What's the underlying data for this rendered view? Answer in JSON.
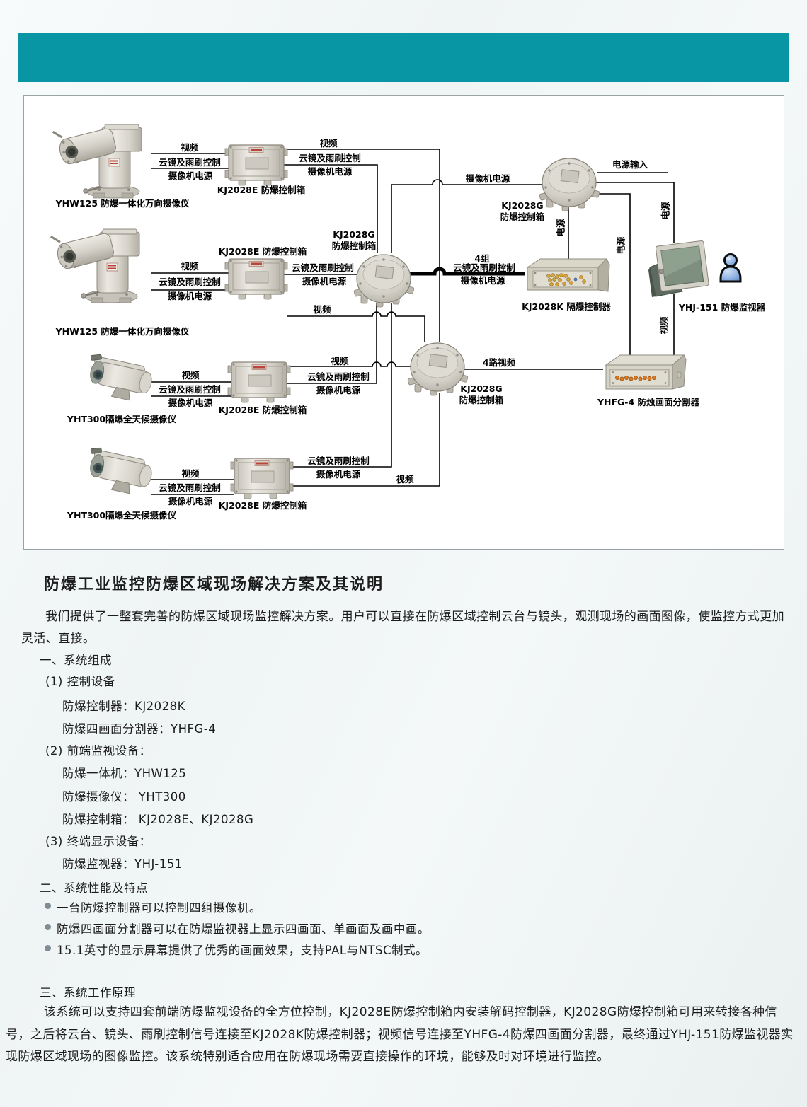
{
  "banner": {
    "color": "#0895a4"
  },
  "diagram": {
    "wire_labels": {
      "video": "视频",
      "ctrl": "云镜及雨刷控制",
      "cam_power": "摄像机电源",
      "power_input": "电源输入",
      "power": "电源",
      "group4": "4组",
      "video4": "4路视频"
    },
    "device_labels": {
      "yhw125": "YHW125 防爆一体化万向摄像仪",
      "yht300": "YHT300隔爆全天候摄像仪",
      "kj2028e": "KJ2028E 防爆控制箱",
      "kj2028g_line1": "KJ2028G",
      "kj2028g_line2": "防爆控制箱",
      "kj2028k": "KJ2028K 隔爆控制器",
      "yhfg4": "YHFG-4 防烛画面分割器",
      "yhj151": "YHJ-151 防爆监视器"
    }
  },
  "article": {
    "title": "防爆工业监控防爆区域现场解决方案及其说明",
    "intro": "我们提供了一整套完善的防爆区域现场监控解决方案。用户可以直接在防爆区域控制云台与镜头，观测现场的画面图像，使监控方式更加灵活、直接。",
    "sec1": {
      "title": "一、系统组成",
      "h1": "(1) 控制设备",
      "h1s1": "防爆控制器：KJ2028K",
      "h1s2": "防爆四画面分割器：YHFG-4",
      "h2": "(2) 前端监视设备：",
      "h2s1": "防爆一体机：YHW125",
      "h2s2": "防爆摄像仪： YHT300",
      "h2s3": "防爆控制箱： KJ2028E、KJ2028G",
      "h3": "(3) 终端显示设备：",
      "h3s1": "防爆监视器：YHJ-151"
    },
    "sec2": {
      "title": "二、系统性能及特点",
      "b1": "一台防爆控制器可以控制四组摄像机。",
      "b2": "防爆四画面分割器可以在防爆监视器上显示四画面、单画面及画中画。",
      "b3": "15.1英寸的显示屏幕提供了优秀的画面效果，支持PAL与NTSC制式。"
    },
    "sec3": {
      "title": "三、系统工作原理",
      "body": "该系统可以支持四套前端防爆监视设备的全方位控制，KJ2028E防爆控制箱内安装解码控制器，KJ2028G防爆控制箱可用来转接各种信号，之后将云台、镜头、雨刷控制信号连接至KJ2028K防爆控制器；视频信号连接至YHFG-4防爆四画面分割器，最终通过YHJ-151防爆监视器实现防爆区域现场的图像监控。该系统特别适合应用在防爆现场需要直接操作的环境，能够及时对环境进行监控。"
    }
  }
}
